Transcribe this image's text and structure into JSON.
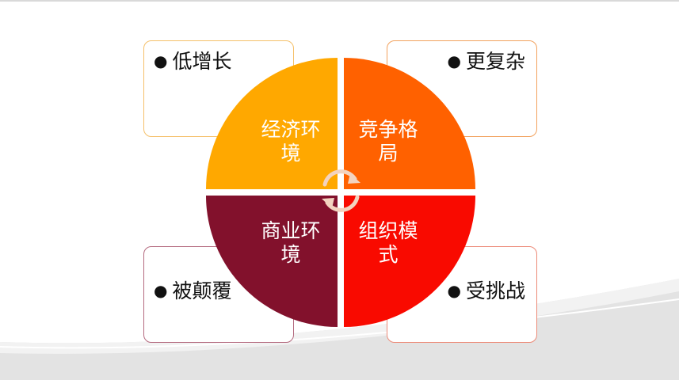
{
  "quadrants": [
    {
      "label_line1": "经济环",
      "label_line2": "境",
      "color": "#FFA800",
      "bullet": "低增长"
    },
    {
      "label_line1": "竞争格",
      "label_line2": "局",
      "color": "#FF6100",
      "bullet": "更复杂"
    },
    {
      "label_line1": "商业环",
      "label_line2": "境",
      "color": "#82112C",
      "bullet": "被颠覆"
    },
    {
      "label_line1": "组织模",
      "label_line2": "式",
      "color": "#F90A00",
      "bullet": "受挑战"
    }
  ],
  "colors": {
    "background_swoosh": "#e6e6e6",
    "cycle_arrows": "#f3d3bf"
  },
  "icons": {
    "center": "cycle-arrows-icon",
    "bullet": "bullet-dot-icon"
  }
}
